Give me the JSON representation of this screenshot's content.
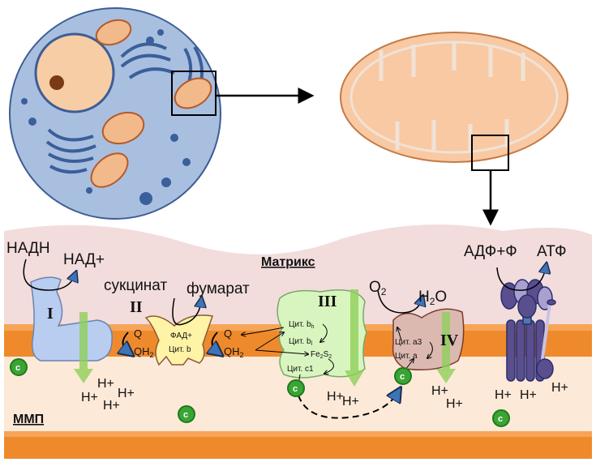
{
  "labels": {
    "nadh": "НАДН",
    "nad": "НАД+",
    "matrix": "Матрикс",
    "succinate": "сукцинат",
    "fumarate": "фумарат",
    "complex1": "I",
    "complex2": "II",
    "complex3": "III",
    "complex4": "IV",
    "o2": "O",
    "o2_sub": "2",
    "h2o_h": "H",
    "h2o_sub": "2",
    "h2o_o": "O",
    "adp": "АДФ+Ф",
    "atp": "АТФ",
    "fad": "ФАД+",
    "cyt_b": "Цит. b",
    "q": "Q",
    "qh2": "QH",
    "qh2_sub": "2",
    "cyt_bh": "Цит. b",
    "cyt_bh_sub": "h",
    "cyt_bl": "Цит. b",
    "cyt_bl_sub": "l",
    "fes": "Fe",
    "fes_sub1": "2",
    "fes_s": "S",
    "fes_sub2": "2",
    "cyt_c1": "Цит. c1",
    "cyt_a3": "Цит. a3",
    "cyt_a": "Цит. a",
    "proton": "H+",
    "cyt_c": "c",
    "ims": "ММП"
  },
  "colors": {
    "cell": "#a9bfe0",
    "membrane": "#ef8a2c",
    "matrix": "#f2dcdc",
    "ims": "#fde9d8",
    "mito": "#f8c9a3",
    "complex1": "#b8cdef",
    "complex2": "#fff3a6",
    "complex3": "#d8f5bf",
    "complex4": "#dcb9b0",
    "atp_synthase": "#5a4f8e",
    "cyt_c": "#3aa534",
    "arrow_green": "#8fd05a"
  }
}
